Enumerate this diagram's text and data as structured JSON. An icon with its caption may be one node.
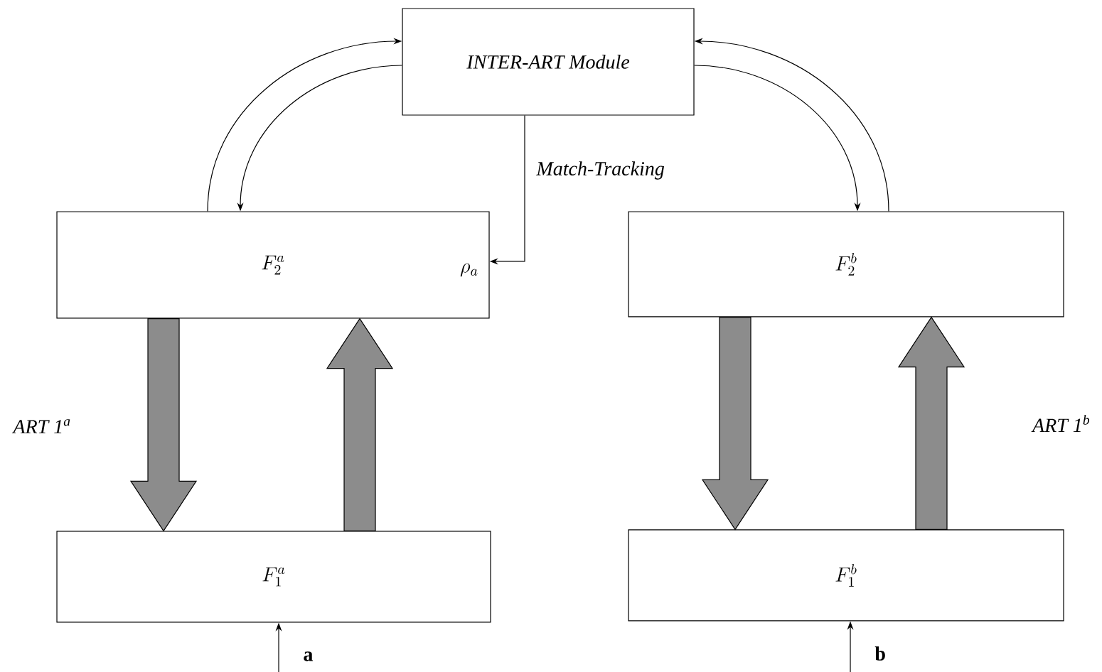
{
  "diagram": {
    "nodes": [
      {
        "text": [
          "INTER-ART Module"
        ]
      },
      {
        "text": [
          "F_2^a",
          "\\rho_a"
        ]
      },
      {
        "text": [
          "F_2^b"
        ]
      },
      {
        "text": [
          "F_1^a"
        ]
      },
      {
        "text": [
          "F_1^b"
        ]
      }
    ],
    "edges": [
      {
        "from": 1,
        "to": 0,
        "arrow": "to"
      },
      {
        "from": 0,
        "to": 1,
        "arrow": "to"
      },
      {
        "from": 0,
        "to": 1,
        "arrow": "to",
        "label": "Match-Tracking"
      },
      {
        "from": 2,
        "to": 0,
        "arrow": "to"
      },
      {
        "from": 0,
        "to": 2,
        "arrow": "to"
      },
      {
        "from": 1,
        "to": 3,
        "arrow": "to",
        "style": "thick",
        "color": "#8c8c8c"
      },
      {
        "from": 3,
        "to": 1,
        "arrow": "to",
        "style": "thick",
        "color": "#8c8c8c"
      },
      {
        "from": 2,
        "to": 4,
        "arrow": "to",
        "style": "thick",
        "color": "#8c8c8c"
      },
      {
        "from": 4,
        "to": 2,
        "arrow": "to",
        "style": "thick",
        "color": "#8c8c8c"
      },
      {
        "from": null,
        "to": 3,
        "arrow": "to",
        "label": "a"
      },
      {
        "from": null,
        "to": 4,
        "arrow": "to",
        "label": "b"
      }
    ],
    "labels": [
      "ART 1$^{a}$",
      "ART 1$^{b}$"
    ]
  }
}
